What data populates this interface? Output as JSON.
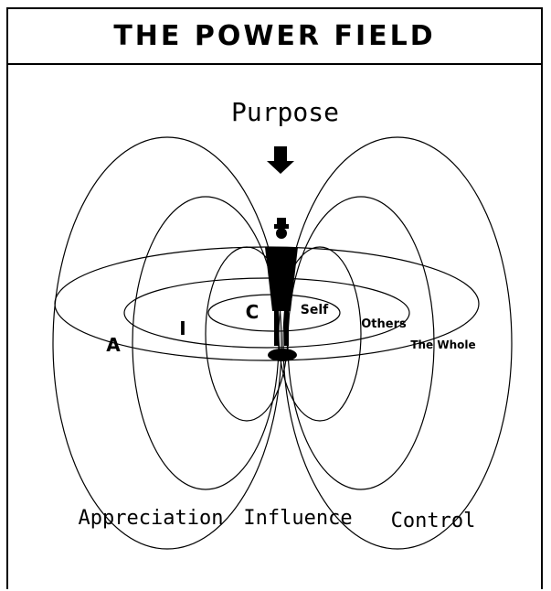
{
  "title": "THE POWER FIELD",
  "labels": {
    "purpose": "Purpose",
    "ring_a": "A",
    "ring_i": "I",
    "ring_c": "C",
    "self": "Self",
    "others": "Others",
    "whole": "The Whole",
    "appreciation": "Appreciation",
    "influence": "Influence",
    "control": "Control"
  },
  "colors": {
    "line": "#000000",
    "background": "#ffffff"
  }
}
